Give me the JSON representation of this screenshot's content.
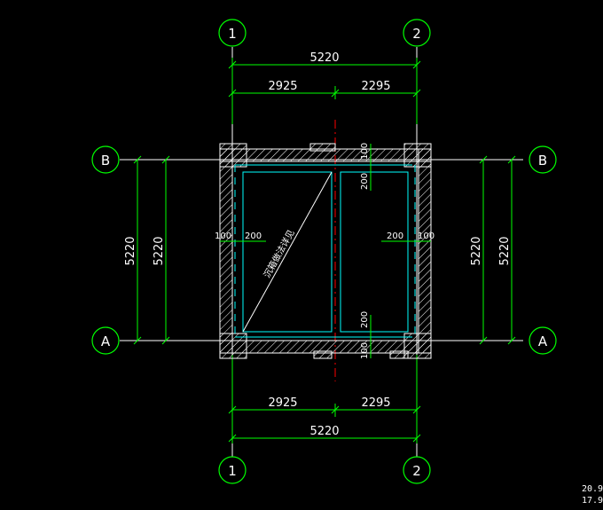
{
  "axes": {
    "col_1": "1",
    "col_2": "2",
    "row_a": "A",
    "row_b": "B"
  },
  "dimensions": {
    "overall_width": "5220",
    "left_bay": "2925",
    "right_bay": "2295",
    "overall_height": "5220",
    "wall_100": "100",
    "wall_200": "200"
  },
  "room_note": "沉箱做法详见",
  "status": {
    "line1": "20.9",
    "line2": "17.9"
  },
  "colors": {
    "background": "#000000",
    "dimension_line": "#00ff00",
    "wall": "#ffffff",
    "hatch": "#ffffff",
    "inner_line": "#00ffff",
    "center_line": "#ff0000",
    "grid_circle": "#00ff00"
  }
}
